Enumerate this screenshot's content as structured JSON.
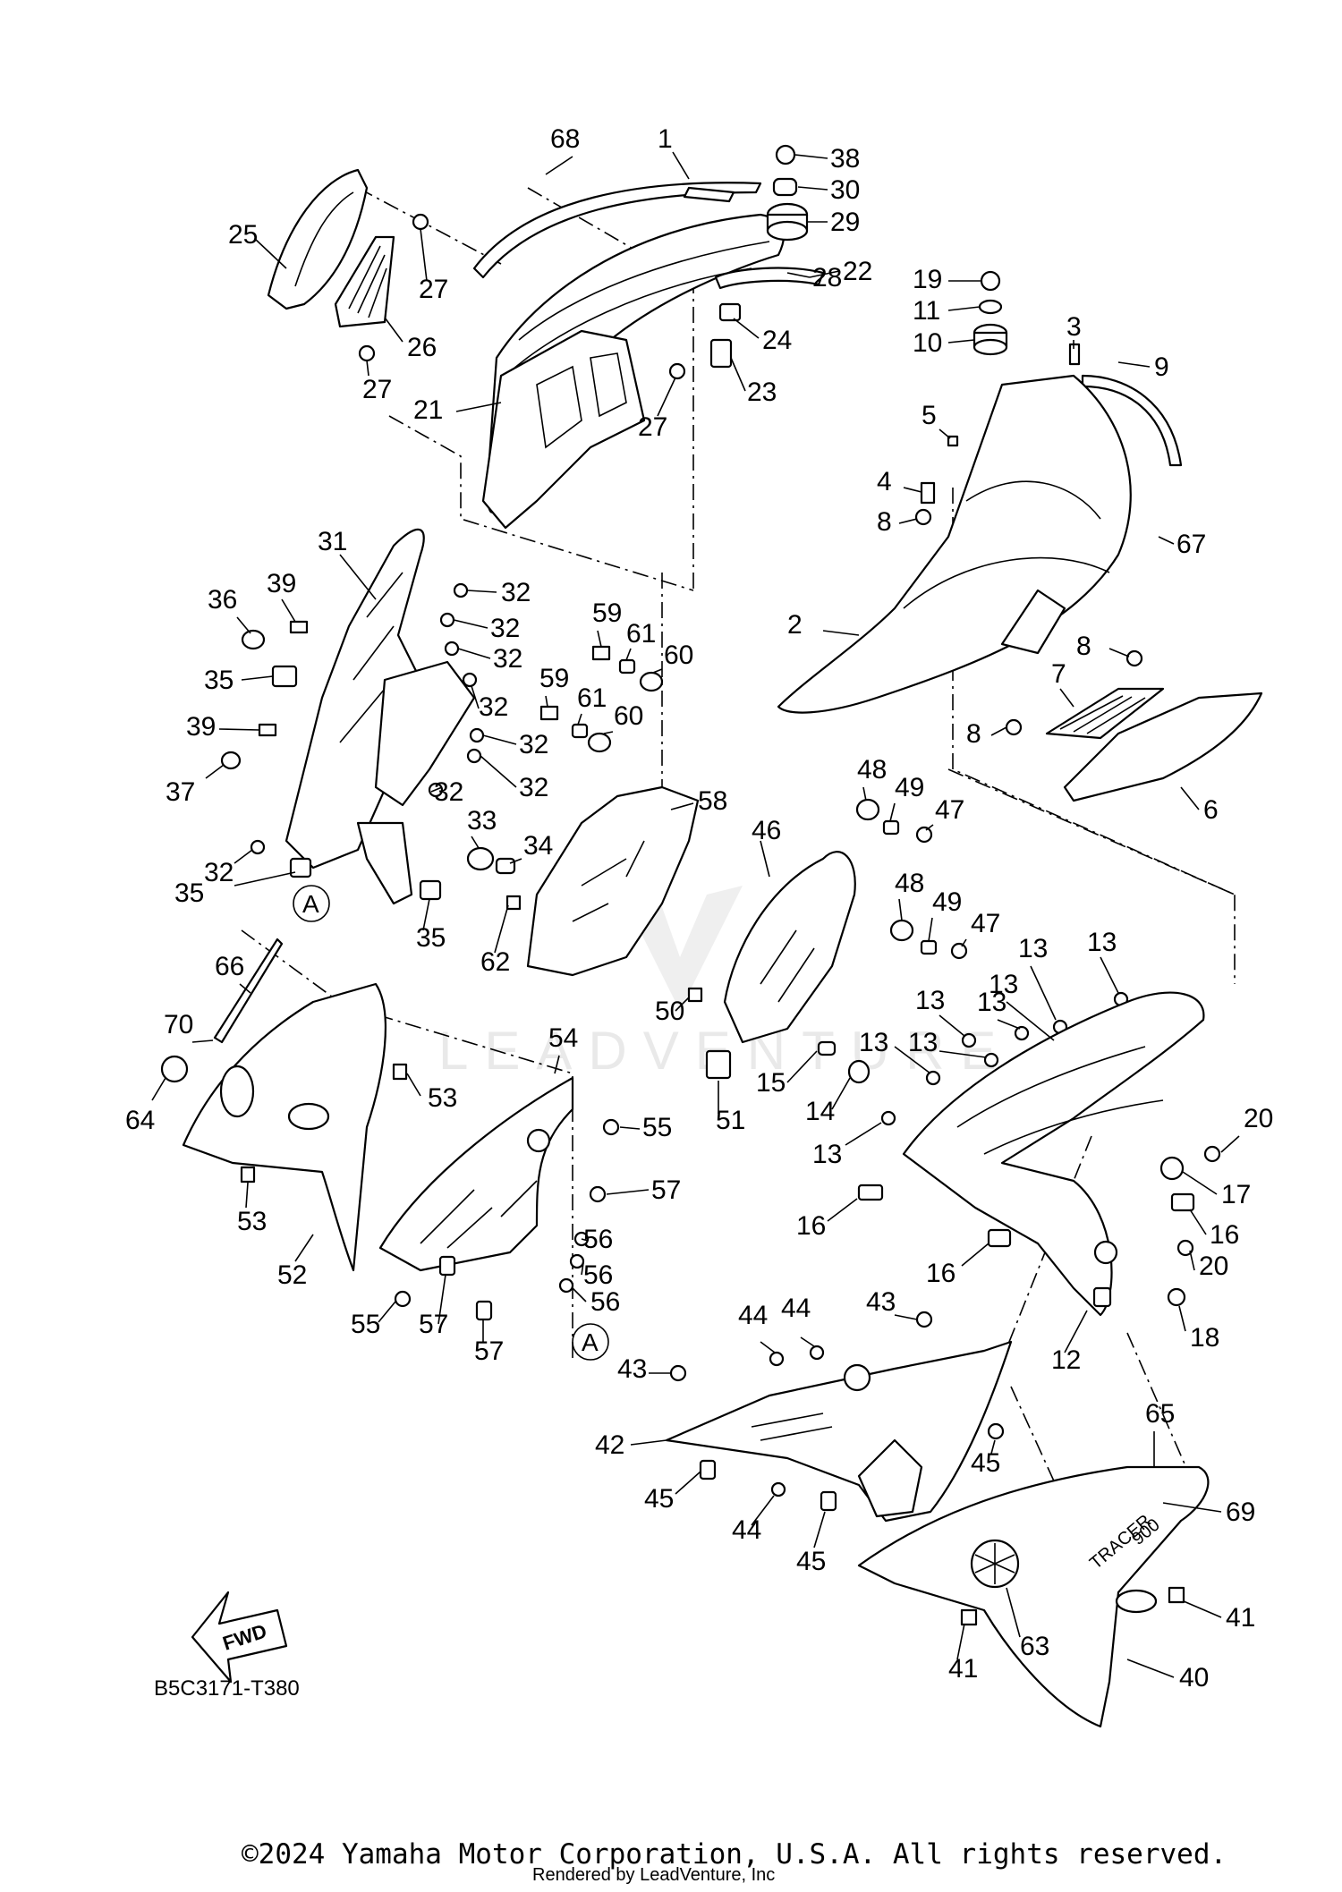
{
  "diagram": {
    "code": "B5C3171-T380",
    "fwd_label": "FWD",
    "ref_marker": "A",
    "watermark": "LEADVENTURE",
    "subcaption": "Rendered by LeadVenture, Inc",
    "copyright": "©2024 Yamaha Motor Corporation, U.S.A. All rights reserved.",
    "decal_text": "TRACER",
    "decal_text_2": "900"
  },
  "callouts": [
    {
      "id": "c-68a",
      "label": "68"
    },
    {
      "id": "c-1",
      "label": "1"
    },
    {
      "id": "c-38",
      "label": "38"
    },
    {
      "id": "c-30",
      "label": "30"
    },
    {
      "id": "c-29",
      "label": "29"
    },
    {
      "id": "c-25",
      "label": "25"
    },
    {
      "id": "c-27a",
      "label": "27"
    },
    {
      "id": "c-28",
      "label": "28"
    },
    {
      "id": "c-22",
      "label": "22"
    },
    {
      "id": "c-24",
      "label": "24"
    },
    {
      "id": "c-19",
      "label": "19"
    },
    {
      "id": "c-11",
      "label": "11"
    },
    {
      "id": "c-26",
      "label": "26"
    },
    {
      "id": "c-10",
      "label": "10"
    },
    {
      "id": "c-3",
      "label": "3"
    },
    {
      "id": "c-9",
      "label": "9"
    },
    {
      "id": "c-27b",
      "label": "27"
    },
    {
      "id": "c-23",
      "label": "23"
    },
    {
      "id": "c-21",
      "label": "21"
    },
    {
      "id": "c-27c",
      "label": "27"
    },
    {
      "id": "c-5",
      "label": "5"
    },
    {
      "id": "c-4",
      "label": "4"
    },
    {
      "id": "c-8a",
      "label": "8"
    },
    {
      "id": "c-67",
      "label": "67"
    },
    {
      "id": "c-31",
      "label": "31"
    },
    {
      "id": "c-32a",
      "label": "32"
    },
    {
      "id": "c-36",
      "label": "36"
    },
    {
      "id": "c-39a",
      "label": "39"
    },
    {
      "id": "c-32b",
      "label": "32"
    },
    {
      "id": "c-32c",
      "label": "32"
    },
    {
      "id": "c-2",
      "label": "2"
    },
    {
      "id": "c-59a",
      "label": "59"
    },
    {
      "id": "c-61a",
      "label": "61"
    },
    {
      "id": "c-60a",
      "label": "60"
    },
    {
      "id": "c-8b",
      "label": "8"
    },
    {
      "id": "c-35a",
      "label": "35"
    },
    {
      "id": "c-32d",
      "label": "32"
    },
    {
      "id": "c-59b",
      "label": "59"
    },
    {
      "id": "c-61b",
      "label": "61"
    },
    {
      "id": "c-7",
      "label": "7"
    },
    {
      "id": "c-39b",
      "label": "39"
    },
    {
      "id": "c-32e",
      "label": "32"
    },
    {
      "id": "c-60b",
      "label": "60"
    },
    {
      "id": "c-8c",
      "label": "8"
    },
    {
      "id": "c-37",
      "label": "37"
    },
    {
      "id": "c-32f",
      "label": "32"
    },
    {
      "id": "c-48a",
      "label": "48"
    },
    {
      "id": "c-49a",
      "label": "49"
    },
    {
      "id": "c-58",
      "label": "58"
    },
    {
      "id": "c-47a",
      "label": "47"
    },
    {
      "id": "c-6",
      "label": "6"
    },
    {
      "id": "c-32g",
      "label": "32"
    },
    {
      "id": "c-33",
      "label": "33"
    },
    {
      "id": "c-46",
      "label": "46"
    },
    {
      "id": "c-34",
      "label": "34"
    },
    {
      "id": "c-32h",
      "label": "32"
    },
    {
      "id": "c-35b",
      "label": "35"
    },
    {
      "id": "c-48b",
      "label": "48"
    },
    {
      "id": "c-49b",
      "label": "49"
    },
    {
      "id": "c-47b",
      "label": "47"
    },
    {
      "id": "c-35c",
      "label": "35"
    },
    {
      "id": "c-62",
      "label": "62"
    },
    {
      "id": "c-13a",
      "label": "13"
    },
    {
      "id": "c-13b",
      "label": "13"
    },
    {
      "id": "c-66",
      "label": "66"
    },
    {
      "id": "c-13c",
      "label": "13"
    },
    {
      "id": "c-13d",
      "label": "13"
    },
    {
      "id": "c-13e",
      "label": "13"
    },
    {
      "id": "c-70",
      "label": "70"
    },
    {
      "id": "c-50",
      "label": "50"
    },
    {
      "id": "c-13f",
      "label": "13"
    },
    {
      "id": "c-13g",
      "label": "13"
    },
    {
      "id": "c-54",
      "label": "54"
    },
    {
      "id": "c-15",
      "label": "15"
    },
    {
      "id": "c-53a",
      "label": "53"
    },
    {
      "id": "c-51",
      "label": "51"
    },
    {
      "id": "c-14",
      "label": "14"
    },
    {
      "id": "c-64",
      "label": "64"
    },
    {
      "id": "c-55a",
      "label": "55"
    },
    {
      "id": "c-20a",
      "label": "20"
    },
    {
      "id": "c-13h",
      "label": "13"
    },
    {
      "id": "c-57a",
      "label": "57"
    },
    {
      "id": "c-17",
      "label": "17"
    },
    {
      "id": "c-53b",
      "label": "53"
    },
    {
      "id": "c-16a",
      "label": "16"
    },
    {
      "id": "c-56a",
      "label": "56"
    },
    {
      "id": "c-16b",
      "label": "16"
    },
    {
      "id": "c-52",
      "label": "52"
    },
    {
      "id": "c-56b",
      "label": "56"
    },
    {
      "id": "c-20b",
      "label": "20"
    },
    {
      "id": "c-16c",
      "label": "16"
    },
    {
      "id": "c-56c",
      "label": "56"
    },
    {
      "id": "c-43a",
      "label": "43"
    },
    {
      "id": "c-55b",
      "label": "55"
    },
    {
      "id": "c-57b",
      "label": "57"
    },
    {
      "id": "c-44a",
      "label": "44"
    },
    {
      "id": "c-44b",
      "label": "44"
    },
    {
      "id": "c-18",
      "label": "18"
    },
    {
      "id": "c-57c",
      "label": "57"
    },
    {
      "id": "c-12",
      "label": "12"
    },
    {
      "id": "c-43b",
      "label": "43"
    },
    {
      "id": "c-65",
      "label": "65"
    },
    {
      "id": "c-42",
      "label": "42"
    },
    {
      "id": "c-45a",
      "label": "45"
    },
    {
      "id": "c-69",
      "label": "69"
    },
    {
      "id": "c-45b",
      "label": "45"
    },
    {
      "id": "c-44c",
      "label": "44"
    },
    {
      "id": "c-45c",
      "label": "45"
    },
    {
      "id": "c-41a",
      "label": "41"
    },
    {
      "id": "c-41b",
      "label": "41"
    },
    {
      "id": "c-63",
      "label": "63"
    },
    {
      "id": "c-40",
      "label": "40"
    }
  ]
}
